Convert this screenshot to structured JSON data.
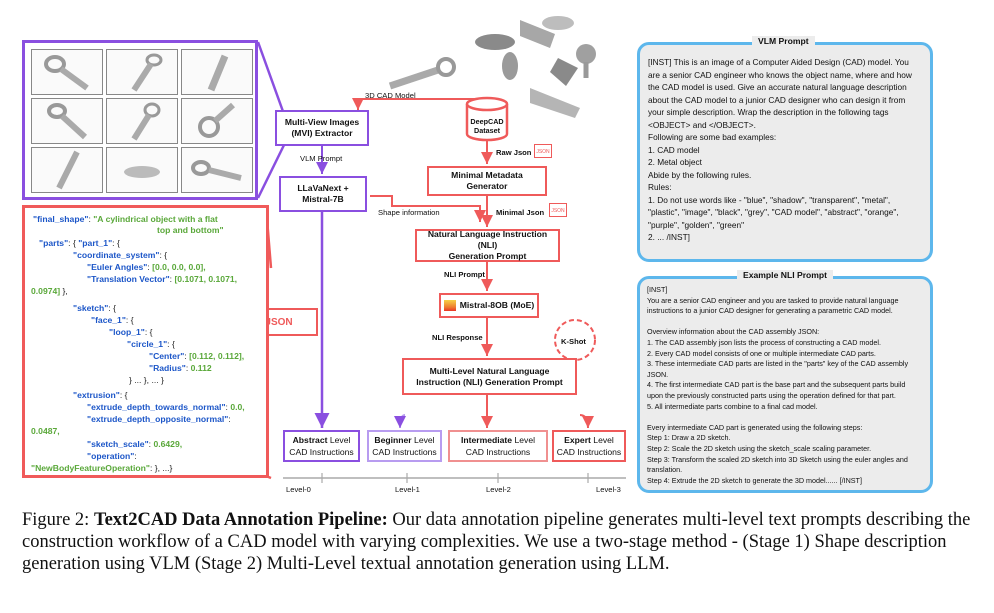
{
  "diagram": {
    "mvi_extractor": {
      "line1": "Multi-View Images",
      "line2": "(MVI) Extractor"
    },
    "vlm_prompt_label": "VLM Prompt",
    "llava_box": {
      "line1": "LLaVaNext +",
      "line2": "Mistral-7B"
    },
    "shape_info_label": "Shape information",
    "cad_model_label": "3D CAD Model",
    "deepcad": {
      "line1": "DeepCAD",
      "line2": "Dataset"
    },
    "raw_json_label": "Raw Json",
    "json_badge": "JSON",
    "minimal_meta": {
      "line1": "Minimal Metadata",
      "line2": "Generator"
    },
    "minimal_json_label": "Minimal Json",
    "nli_gen": {
      "line1": "Natural Language Instruction (NLI)",
      "line2": "Generation Prompt"
    },
    "nli_prompt_label": "NLI Prompt",
    "mistral_moe": "Mistral-8OB (MoE)",
    "nli_response_label": "NLI Response",
    "kshot_label": "K-Shot",
    "multi_level": {
      "line1": "Multi-Level Natural Language",
      "line2": "Instruction (NLI) Generation Prompt"
    },
    "minimal_json_tag": "Minimal JSON",
    "levels": [
      {
        "name": "Abstract",
        "word": "Level",
        "sub": "CAD Instructions",
        "axis": "Level-0"
      },
      {
        "name": "Beginner",
        "word": "Level",
        "sub": "CAD Instructions",
        "axis": "Level-1"
      },
      {
        "name": "Intermediate",
        "word": "Level",
        "sub": "CAD Instructions",
        "axis": "Level-2"
      },
      {
        "name": "Expert",
        "word": "Level",
        "sub": "CAD Instructions",
        "axis": "Level-3"
      }
    ],
    "colors": {
      "red": "#ef5a5a",
      "purple": "#8a4fe0",
      "blue": "#5db7ec",
      "key": "#1c56c8",
      "value": "#5aa83a"
    }
  },
  "json_lines": [
    {
      "k": "\"final_shape\"",
      "p": ": ",
      "v": "\"A cylindrical object with a flat"
    },
    {
      "k": "",
      "p": "",
      "v": "top and bottom\""
    },
    {
      "k": "\"parts\"",
      "p": ": { ",
      "k2": "\"part_1\"",
      "p2": ": {"
    },
    {
      "k": "\"coordinate_system\"",
      "p": ": {"
    },
    {
      "k": "\"Euler Angles\"",
      "p": ": ",
      "v": "[0.0, 0.0, 0.0],"
    },
    {
      "k": "\"Translation Vector\"",
      "p": ": ",
      "v": "[0.1071, 0.1071,"
    },
    {
      "k": "",
      "p": "",
      "v": "0.0974]",
      "tail": " },"
    },
    {
      "k": "\"sketch\"",
      "p": ": {"
    },
    {
      "k": "\"face_1\"",
      "p": ": {"
    },
    {
      "k": "\"loop_1\"",
      "p": ": {"
    },
    {
      "k": "\"circle_1\"",
      "p": ": {"
    },
    {
      "k": "\"Center\"",
      "p": ": ",
      "v": "[0.112, 0.112],"
    },
    {
      "k": "\"Radius\"",
      "p": ": ",
      "v": "0.112"
    },
    {
      "k": "",
      "p": "} ... }, ... }"
    },
    {
      "k": "\"extrusion\"",
      "p": ": {"
    },
    {
      "k": "\"extrude_depth_towards_normal\"",
      "p": ": ",
      "v": "0.0,"
    },
    {
      "k": "\"extrude_depth_opposite_normal\"",
      "p": ":"
    },
    {
      "k": "",
      "p": "",
      "v": "0.0487,"
    },
    {
      "k": "\"sketch_scale\"",
      "p": ": ",
      "v": "0.6429,"
    },
    {
      "k": "\"operation\"",
      "p": ":"
    },
    {
      "k": "",
      "p": "",
      "v": "\"NewBodyFeatureOperation\"",
      "tail": ": }, ...}"
    }
  ],
  "vlm_prompt": {
    "title": "VLM Prompt",
    "lines": [
      "[INST] This is an image of a Computer Aided Design (CAD) model.  You",
      "are a senior CAD engineer who knows the object name, where and how",
      "the CAD model is used. Give an accurate natural language description",
      "about the CAD model to a junior CAD designer who can design it from",
      "your simple description. Wrap the description in the following tags",
      "<OBJECT> and </OBJECT>.",
      "Following are some bad examples:",
      "1. CAD model",
      "2. Metal object",
      "Abide by the following rules.",
      "Rules:",
      "1. Do not use words like - \"blue\", \"shadow\", \"transparent\", \"metal\",",
      "\"plastic\", \"image\", \"black\", \"grey\", \"CAD model\", \"abstract\", \"orange\",",
      "\"purple\", \"golden\", \"green\"",
      "2. ... /INST]"
    ]
  },
  "nli_prompt": {
    "title": "Example NLI Prompt",
    "lines": [
      "[INST]",
      "You are a senior CAD engineer and you are tasked to provide natural language",
      "instructions to a junior CAD designer for generating a parametric CAD model.",
      "",
      "Overview information about the CAD assembly JSON:",
      "1. The CAD assembly json lists the process of constructing a CAD model.",
      "2. Every CAD model consists of one or multiple intermediate CAD parts.",
      "3. These intermediate CAD parts are listed in the \"parts\" key of the CAD assembly",
      "JSON.",
      "4. The first intermediate CAD part is the base part and the subsequent parts build",
      "upon the previously constructed parts using the operation defined for that part.",
      "5. All intermediate parts combine to a final cad model.",
      "",
      "Every intermediate CAD part is generated using the following steps:",
      "Step 1: Draw a 2D sketch.",
      "Step 2: Scale the 2D sketch using the sketch_scale scaling parameter.",
      "Step 3: Transform the scaled 2D sketch into 3D Sketch using the euler angles and",
      "translation.",
      "Step 4: Extrude the 2D sketch to generate the 3D model......  [/INST]"
    ]
  },
  "caption": {
    "prefix": "Figure 2: ",
    "bold": "Text2CAD Data Annotation Pipeline:",
    "rest": " Our data annotation pipeline generates multi-level text prompts describing the construction workflow of a CAD model with varying complexities. We use a two-stage method - (Stage 1) Shape description generation using VLM (Stage 2) Multi-Level textual annotation generation using LLM."
  }
}
